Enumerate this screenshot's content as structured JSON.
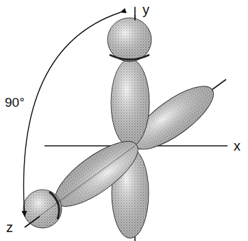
{
  "diagram": {
    "labels": [
      "y",
      "x",
      "z",
      "90°"
    ]
  }
}
